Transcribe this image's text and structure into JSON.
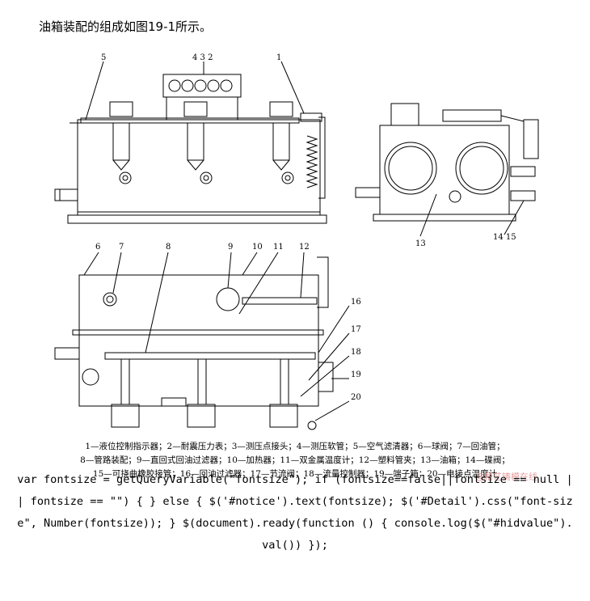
{
  "heading": "油箱装配的组成如图19-1所示。",
  "labels": {
    "top_left": [
      "5",
      "4 3 2",
      "1"
    ],
    "top_right": [
      "13",
      "14 15"
    ],
    "bottom_top": [
      "6",
      "7",
      "8",
      "9",
      "10",
      "11",
      "12"
    ],
    "bottom_right": [
      "16",
      "17",
      "18",
      "19",
      "20"
    ]
  },
  "legend": {
    "line1": "1—液位控制指示器；2—耐震压力表；3—测压点接头；4—测压软管；5—空气滤清器；6—球阀；7—回油管；",
    "line2": "8—管路装配；9—直回式回油过滤器；10—加热器；11—双金属温度计；12—塑料管夹；13—油箱；14—碟阀；",
    "line3": "15—可挠曲橡胶接管；16—回油过滤器；17—节流阀；18—流量控制器；19—端子箱；20—电接点温度计"
  },
  "watermark": "@精艺铸模在线",
  "code": "var fontsize = getQueryVariable(\"fontsize\"); if (fontsize==false||fontsize == null || fontsize == \"\") { } else { $('#notice').text(fontsize); $('#Detail').css(\"font-size\", Number(fontsize)); } $(document).ready(function () { console.log($(\"#hidvalue\").val()) });"
}
